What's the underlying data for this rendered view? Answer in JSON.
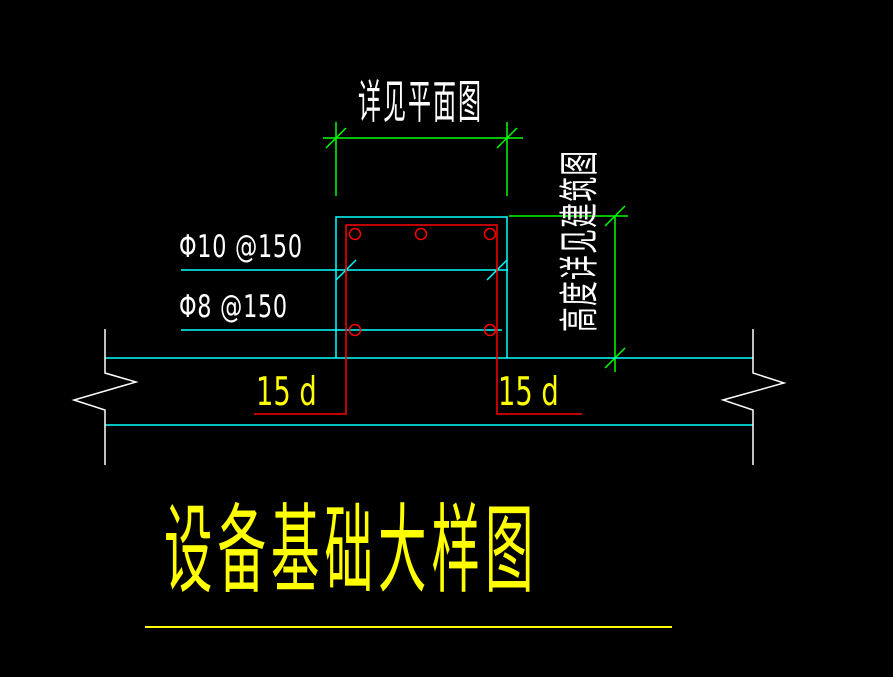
{
  "drawing": {
    "title": "设备基础大样图",
    "top_dimension_label": "详见平面图",
    "height_dimension_label": "高度详见建筑图",
    "rebar_top_label": "Φ10 @150",
    "rebar_bottom_label": "Φ8 @150",
    "anchorage_left_label": "15 d",
    "anchorage_right_label": "15 d"
  },
  "colors": {
    "background": "#000000",
    "concrete_outline_cyan": "#00ffff",
    "dimension_green": "#00ff00",
    "rebar_red": "#ff0000",
    "break_line_white": "#ffffff",
    "label_white": "#ffffff",
    "title_yellow": "#ffff00"
  }
}
